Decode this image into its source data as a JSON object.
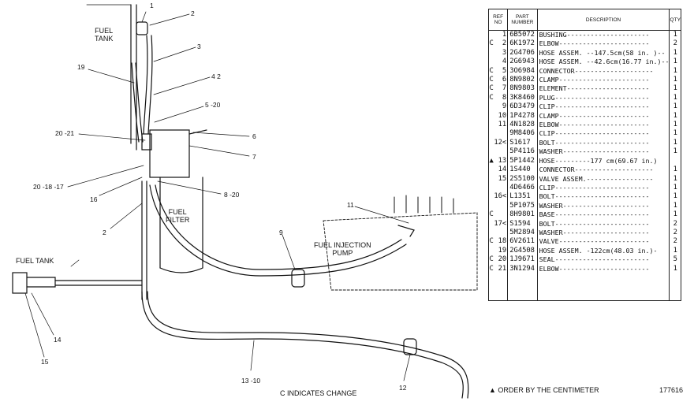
{
  "diagram": {
    "labels": {
      "fuel_tank_top": "FUEL\nTANK",
      "fuel_tank_left": "FUEL TANK",
      "fuel_filter": "FUEL\nFILTER",
      "fuel_injection_pump": "FUEL INJECTION\nPUMP",
      "change_note": "C INDICATES CHANGE"
    },
    "callouts": {
      "c1": "1",
      "c2": "2",
      "c3": "3",
      "c19": "19",
      "c4_2": "4   2",
      "c5_20": "5 -20",
      "c20_21": "20  -21",
      "c6": "6",
      "c7": "7",
      "c20_18_17": "20   -18  -17",
      "c16": "16",
      "c8_20": "8 -20",
      "c2b": "2",
      "c11": "11",
      "c9": "9",
      "c14": "14",
      "c15": "15",
      "c13_10": "13 -10",
      "c12": "12"
    }
  },
  "parts_table": {
    "headers": {
      "ref": "REF\nNO",
      "part": "PART\nNUMBER",
      "description": "DESCRIPTION",
      "qty": "QTY"
    },
    "rows": [
      {
        "c": "",
        "ref": "1",
        "pn": "6B5072",
        "desc": "BUSHING---------------------",
        "qty": "1"
      },
      {
        "c": "C",
        "ref": "2",
        "pn": "6K1972",
        "desc": "ELBOW-----------------------",
        "qty": "2"
      },
      {
        "c": "",
        "ref": "3",
        "pn": "2G4706",
        "desc": "HOSE ASSEM. --147.5cm(58 in. )--",
        "qty": "1"
      },
      {
        "c": "",
        "ref": "4",
        "pn": "2G6943",
        "desc": "HOSE ASSEM. --42.6cm(16.77 in.)--",
        "qty": "1"
      },
      {
        "c": "C",
        "ref": "5",
        "pn": "3O6984",
        "desc": "CONNECTOR--------------------",
        "qty": "1"
      },
      {
        "c": "C",
        "ref": "6",
        "pn": "8N9802",
        "desc": "CLAMP-----------------------",
        "qty": "1"
      },
      {
        "c": "C",
        "ref": "7",
        "pn": "8N9803",
        "desc": "ELEMENT---------------------",
        "qty": "1"
      },
      {
        "c": "C",
        "ref": "8",
        "pn": "3K8460",
        "desc": "PLUG------------------------",
        "qty": "1"
      },
      {
        "c": "",
        "ref": "9",
        "pn": "6D3479",
        "desc": "CLIP------------------------",
        "qty": "1"
      },
      {
        "c": "",
        "ref": "10",
        "pn": "1P4278",
        "desc": "CLAMP-----------------------",
        "qty": "1"
      },
      {
        "c": "",
        "ref": "11",
        "pn": "4N1828",
        "desc": "ELBOW-----------------------",
        "qty": "1"
      },
      {
        "c": "",
        "ref": "",
        "pn": "9M8406",
        "desc": "CLIP------------------------",
        "qty": "1"
      },
      {
        "c": "",
        "ref": "12<",
        "pn": "S1617",
        "desc": "BOLT------------------------",
        "qty": "1"
      },
      {
        "c": "",
        "ref": "",
        "pn": "5P4116",
        "desc": "WASHER----------------------",
        "qty": "1"
      },
      {
        "c": "▲",
        "ref": "13",
        "pn": "5P1442",
        "desc": "HOSE---------177 cm(69.67 in.)",
        "qty": ""
      },
      {
        "c": "",
        "ref": "14",
        "pn": "1S440",
        "desc": "CONNECTOR--------------------",
        "qty": "1"
      },
      {
        "c": "",
        "ref": "15",
        "pn": "2S5100",
        "desc": "VALVE ASSEM.-----------------",
        "qty": "1"
      },
      {
        "c": "",
        "ref": "",
        "pn": "4D6466",
        "desc": "CLIP------------------------",
        "qty": "1"
      },
      {
        "c": "",
        "ref": "16<",
        "pn": "L1351",
        "desc": "BOLT------------------------",
        "qty": "1"
      },
      {
        "c": "",
        "ref": "",
        "pn": "5P1075",
        "desc": "WASHER----------------------",
        "qty": "1"
      },
      {
        "c": "C",
        "ref": "",
        "pn": "8H9801",
        "desc": "BASE------------------------",
        "qty": "1"
      },
      {
        "c": "",
        "ref": "17<",
        "pn": "S1594",
        "desc": "BOLT------------------------",
        "qty": "2"
      },
      {
        "c": "",
        "ref": "",
        "pn": "5M2894",
        "desc": "WASHER----------------------",
        "qty": "2"
      },
      {
        "c": "C",
        "ref": "18",
        "pn": "6V2611",
        "desc": "VALVE-----------------------",
        "qty": "2"
      },
      {
        "c": "",
        "ref": "19",
        "pn": "2G4508",
        "desc": "HOSE ASSEM. -122cm(48.03 in.)-",
        "qty": "1"
      },
      {
        "c": "C",
        "ref": "20",
        "pn": "1J9671",
        "desc": "SEAL------------------------",
        "qty": "5"
      },
      {
        "c": "C",
        "ref": "21",
        "pn": "3N1294",
        "desc": "ELBOW-----------------------",
        "qty": "1"
      },
      {
        "c": "",
        "ref": "",
        "pn": "",
        "desc": "",
        "qty": ""
      },
      {
        "c": "",
        "ref": "",
        "pn": "",
        "desc": "",
        "qty": ""
      },
      {
        "c": "",
        "ref": "",
        "pn": "",
        "desc": "",
        "qty": ""
      }
    ]
  },
  "footer": {
    "note": "▲ ORDER BY THE CENTIMETER",
    "figure_number": "177616"
  }
}
